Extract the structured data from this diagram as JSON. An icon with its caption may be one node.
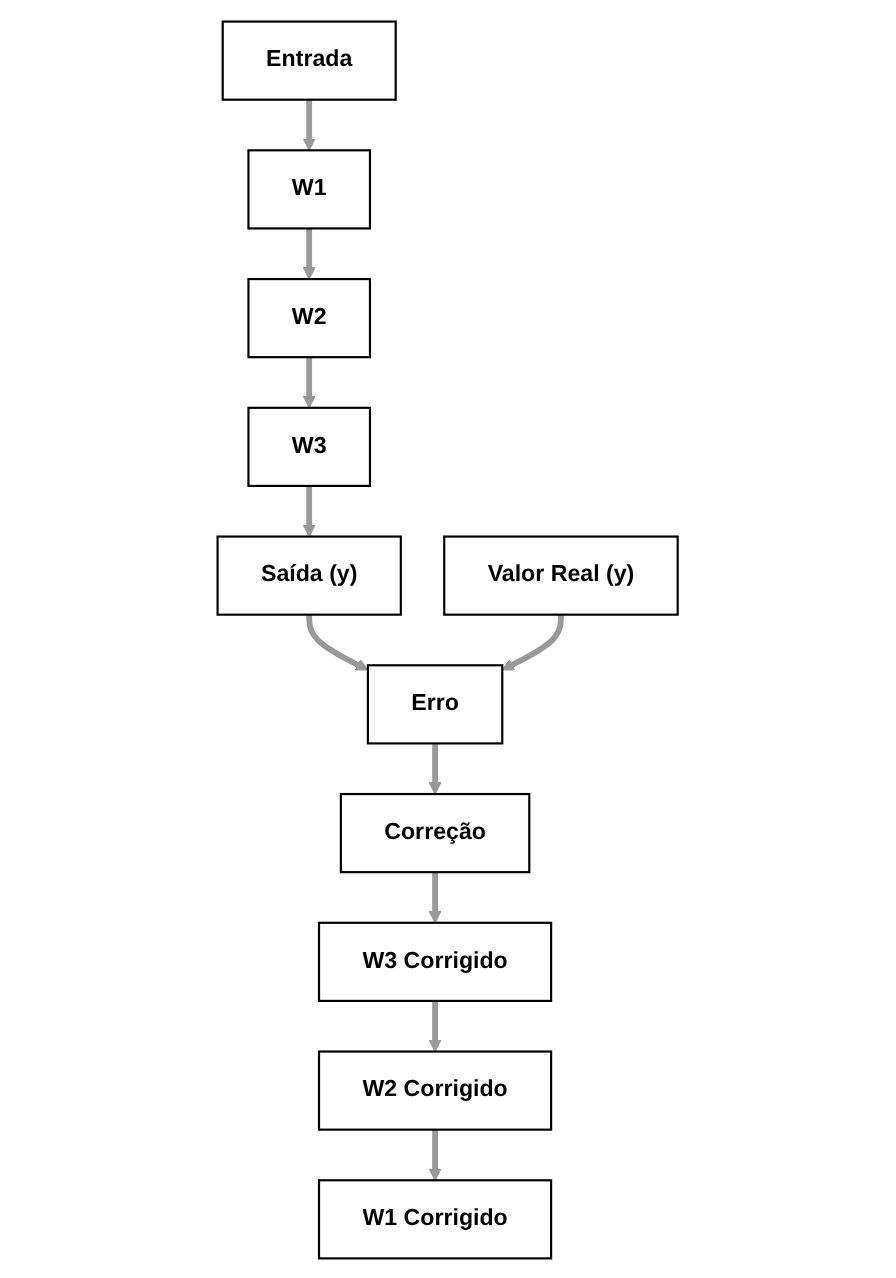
{
  "diagram": {
    "nodes": [
      {
        "text": [
          "Entrada"
        ]
      },
      {
        "text": [
          "W1"
        ]
      },
      {
        "text": [
          "W2"
        ]
      },
      {
        "text": [
          "W3"
        ]
      },
      {
        "text": [
          "Saída (y)"
        ]
      },
      {
        "text": [
          "Valor Real (y)"
        ]
      },
      {
        "text": [
          "Erro"
        ]
      },
      {
        "text": [
          "Correção"
        ]
      },
      {
        "text": [
          "W3 Corrigido"
        ]
      },
      {
        "text": [
          "W2 Corrigido"
        ]
      },
      {
        "text": [
          "W1 Corrigido"
        ]
      }
    ],
    "edges": [
      {
        "from": 0,
        "to": 1,
        "arrow": "to"
      },
      {
        "from": 1,
        "to": 2,
        "arrow": "to"
      },
      {
        "from": 2,
        "to": 3,
        "arrow": "to"
      },
      {
        "from": 3,
        "to": 4,
        "arrow": "to"
      },
      {
        "from": 4,
        "to": 6,
        "arrow": "to"
      },
      {
        "from": 5,
        "to": 6,
        "arrow": "to"
      },
      {
        "from": 6,
        "to": 7,
        "arrow": "to"
      },
      {
        "from": 7,
        "to": 8,
        "arrow": "to"
      },
      {
        "from": 8,
        "to": 9,
        "arrow": "to"
      },
      {
        "from": 9,
        "to": 10,
        "arrow": "to"
      }
    ]
  }
}
